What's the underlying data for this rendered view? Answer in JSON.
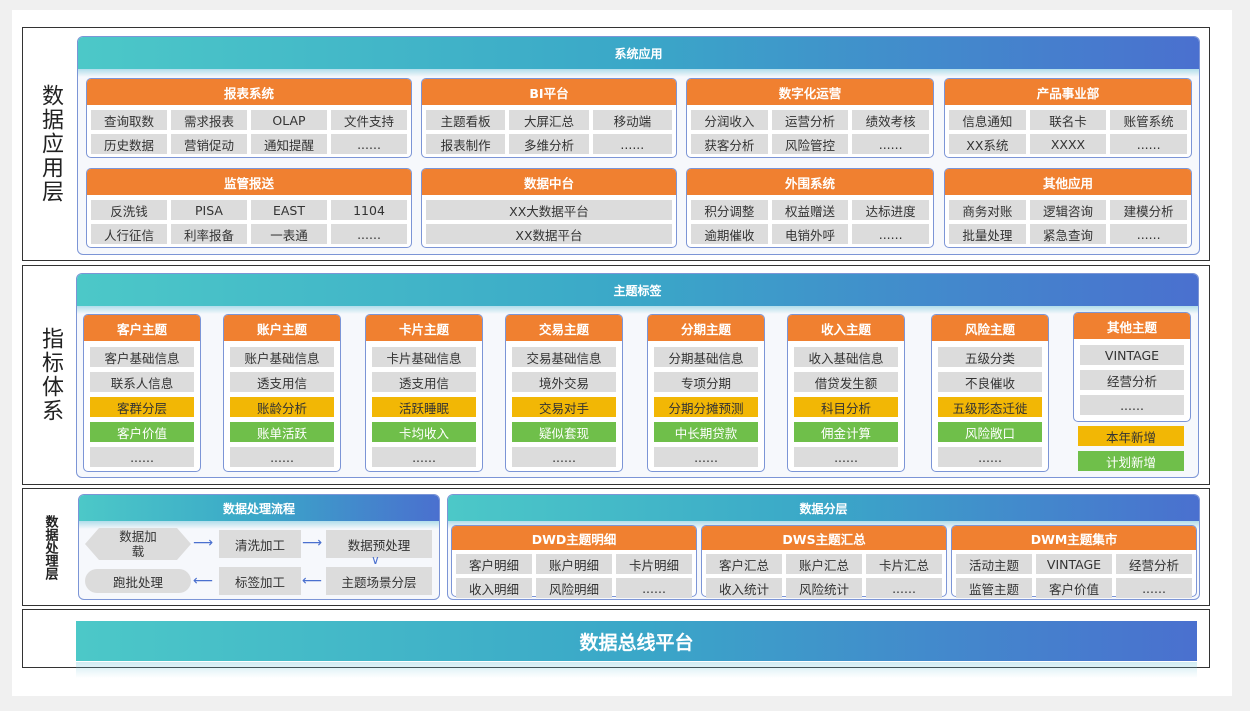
{
  "app_layer": {
    "label": "数据应用层",
    "banner": "系统应用",
    "groups": [
      {
        "title": "报表系统",
        "items": [
          "查询取数",
          "需求报表",
          "OLAP",
          "文件支持",
          "历史数据",
          "营销促动",
          "通知提醒",
          "......"
        ]
      },
      {
        "title": "BI平台",
        "items": [
          "主题看板",
          "大屏汇总",
          "移动端",
          "报表制作",
          "多维分析",
          "......"
        ]
      },
      {
        "title": "数字化运营",
        "items": [
          "分润收入",
          "运营分析",
          "绩效考核",
          "获客分析",
          "风险管控",
          "......"
        ]
      },
      {
        "title": "产品事业部",
        "items": [
          "信息通知",
          "联名卡",
          "账管系统",
          "XX系统",
          "XXXX",
          "......"
        ]
      },
      {
        "title": "监管报送",
        "items": [
          "反洗钱",
          "PISA",
          "EAST",
          "1104",
          "人行征信",
          "利率报备",
          "一表通",
          "......"
        ]
      },
      {
        "title": "数据中台",
        "items": [
          "XX大数据平台",
          "XX数据平台"
        ]
      },
      {
        "title": "外围系统",
        "items": [
          "积分调整",
          "权益赠送",
          "达标进度",
          "逾期催收",
          "电销外呼",
          "......"
        ]
      },
      {
        "title": "其他应用",
        "items": [
          "商务对账",
          "逻辑咨询",
          "建模分析",
          "批量处理",
          "紧急查询",
          "......"
        ]
      }
    ]
  },
  "index_layer": {
    "label": "指标体系",
    "banner": "主题标签",
    "topics": [
      {
        "title": "客户主题",
        "items": [
          {
            "t": "客户基础信息",
            "c": "gray"
          },
          {
            "t": "联系人信息",
            "c": "gray"
          },
          {
            "t": "客群分层",
            "c": "yellow"
          },
          {
            "t": "客户价值",
            "c": "green"
          },
          {
            "t": "......",
            "c": "gray"
          }
        ]
      },
      {
        "title": "账户主题",
        "items": [
          {
            "t": "账户基础信息",
            "c": "gray"
          },
          {
            "t": "透支用信",
            "c": "gray"
          },
          {
            "t": "账龄分析",
            "c": "yellow"
          },
          {
            "t": "账单活跃",
            "c": "green"
          },
          {
            "t": "......",
            "c": "gray"
          }
        ]
      },
      {
        "title": "卡片主题",
        "items": [
          {
            "t": "卡片基础信息",
            "c": "gray"
          },
          {
            "t": "透支用信",
            "c": "gray"
          },
          {
            "t": "活跃睡眠",
            "c": "yellow"
          },
          {
            "t": "卡均收入",
            "c": "green"
          },
          {
            "t": "......",
            "c": "gray"
          }
        ]
      },
      {
        "title": "交易主题",
        "items": [
          {
            "t": "交易基础信息",
            "c": "gray"
          },
          {
            "t": "境外交易",
            "c": "gray"
          },
          {
            "t": "交易对手",
            "c": "yellow"
          },
          {
            "t": "疑似套现",
            "c": "green"
          },
          {
            "t": "......",
            "c": "gray"
          }
        ]
      },
      {
        "title": "分期主题",
        "items": [
          {
            "t": "分期基础信息",
            "c": "gray"
          },
          {
            "t": "专项分期",
            "c": "gray"
          },
          {
            "t": "分期分摊预测",
            "c": "yellow"
          },
          {
            "t": "中长期贷款",
            "c": "green"
          },
          {
            "t": "......",
            "c": "gray"
          }
        ]
      },
      {
        "title": "收入主题",
        "items": [
          {
            "t": "收入基础信息",
            "c": "gray"
          },
          {
            "t": "借贷发生额",
            "c": "gray"
          },
          {
            "t": "科目分析",
            "c": "yellow"
          },
          {
            "t": "佣金计算",
            "c": "green"
          },
          {
            "t": "......",
            "c": "gray"
          }
        ]
      },
      {
        "title": "风险主题",
        "items": [
          {
            "t": "五级分类",
            "c": "gray"
          },
          {
            "t": "不良催收",
            "c": "gray"
          },
          {
            "t": "五级形态迁徙",
            "c": "yellow"
          },
          {
            "t": "风险敞口",
            "c": "green"
          },
          {
            "t": "......",
            "c": "gray"
          }
        ]
      },
      {
        "title": "其他主题",
        "items": [
          {
            "t": "VINTAGE",
            "c": "gray"
          },
          {
            "t": "经营分析",
            "c": "gray"
          },
          {
            "t": "......",
            "c": "gray"
          }
        ]
      }
    ],
    "legend": [
      {
        "t": "本年新增",
        "c": "yellow"
      },
      {
        "t": "计划新增",
        "c": "green"
      }
    ]
  },
  "process_layer": {
    "label": "数据处理层",
    "flow_title": "数据处理流程",
    "flow": {
      "load": "数据加载",
      "clean": "清洗加工",
      "preprocess": "数据预处理",
      "batch": "跑批处理",
      "tag": "标签加工",
      "layering": "主题场景分层"
    },
    "layer_title": "数据分层",
    "layers": [
      {
        "title": "DWD主题明细",
        "items": [
          "客户明细",
          "账户明细",
          "卡片明细",
          "收入明细",
          "风险明细",
          "......"
        ]
      },
      {
        "title": "DWS主题汇总",
        "items": [
          "客户汇总",
          "账户汇总",
          "卡片汇总",
          "收入统计",
          "风险统计",
          "......"
        ]
      },
      {
        "title": "DWM主题集市",
        "items": [
          "活动主题",
          "VINTAGE",
          "经营分析",
          "监管主题",
          "客户价值",
          "......"
        ]
      }
    ]
  },
  "bus_layer": {
    "title": "数据总线平台"
  }
}
